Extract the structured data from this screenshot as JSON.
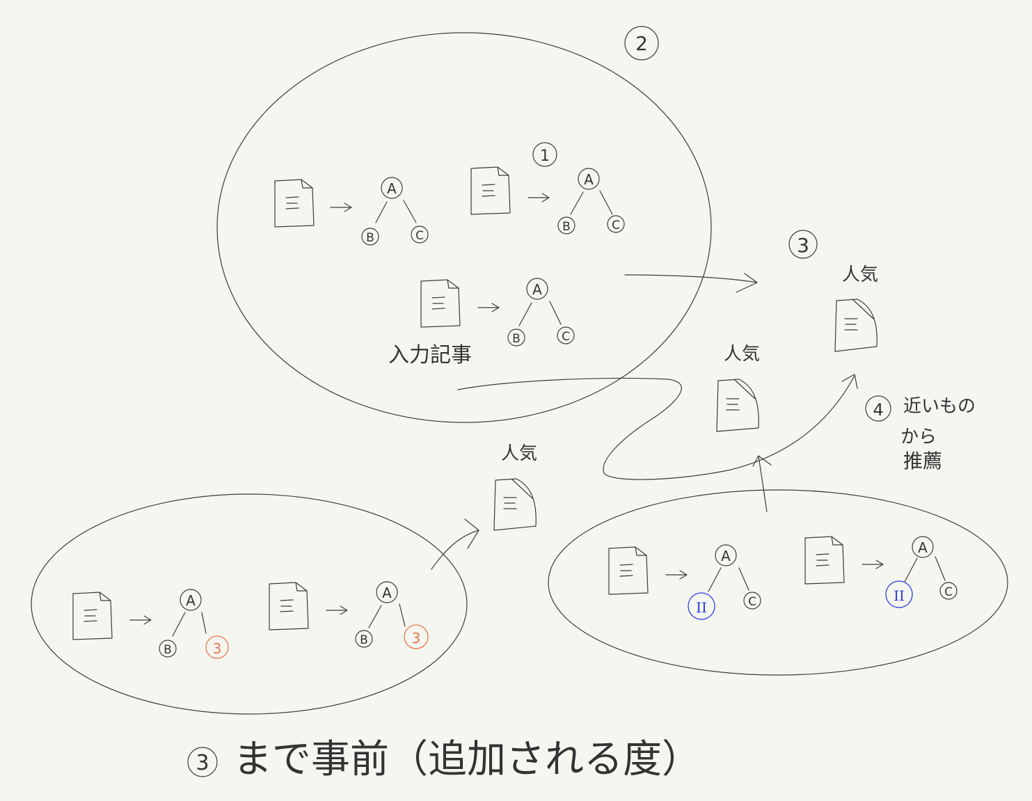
{
  "labels": {
    "step1": "1",
    "step2": "2",
    "step3": "3",
    "step4": "4",
    "input_article": "入力記事",
    "popular": "人気",
    "recommend_line1": "近いもの",
    "recommend_line2": "から",
    "recommend_line3": "推薦",
    "footer": "まで事前（追加される度）",
    "footer_num": "3"
  },
  "tree_nodes": {
    "a": "A",
    "b": "B",
    "c": "C",
    "three": "3",
    "two": "II"
  },
  "colors": {
    "ink": "#3a3a3a",
    "orange": "#e8764a",
    "blue": "#2a3be0",
    "background": "#f6f6f1"
  }
}
